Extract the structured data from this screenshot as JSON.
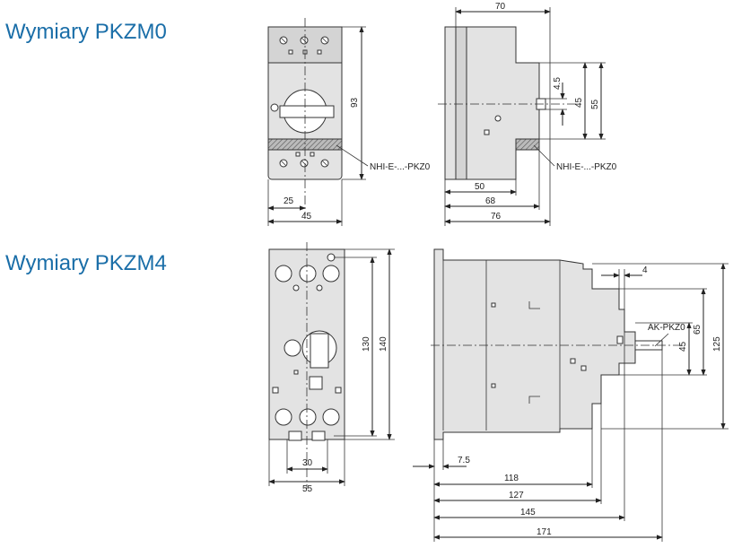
{
  "section_pkzm0": {
    "title": "Wymiary PKZM0",
    "dims": {
      "width_70": "70",
      "height_93": "93",
      "dim_4_5": "4.5",
      "dim_45_v": "45",
      "dim_55_v": "55",
      "dim_25": "25",
      "dim_45_h": "45",
      "dim_50": "50",
      "dim_68": "68",
      "dim_76": "76"
    },
    "labels": {
      "nhi_front": "NHI-E-...-PKZ0",
      "nhi_side": "NHI-E-...-PKZ0"
    }
  },
  "section_pkzm4": {
    "title": "Wymiary PKZM4",
    "dims": {
      "dim_130": "130",
      "dim_140": "140",
      "dim_30": "30",
      "dim_55": "55",
      "dim_4": "4",
      "dim_65": "65",
      "dim_45": "45",
      "dim_125": "125",
      "dim_7_5": "7.5",
      "dim_118": "118",
      "dim_127": "127",
      "dim_145": "145",
      "dim_171": "171"
    },
    "labels": {
      "ak_pkz0": "AK-PKZ0"
    }
  }
}
